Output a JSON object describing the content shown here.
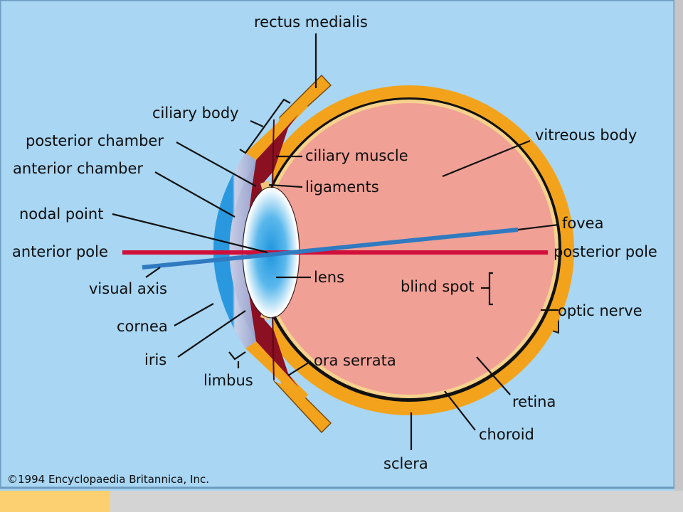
{
  "colors": {
    "background": "#a8d6f3",
    "sclera": "#f3a31b",
    "vitreous": "#f0a095",
    "iris": "#8b1022",
    "cornea": "#2f9fe0",
    "lens": "#2f9fe0",
    "anterior_pole_line": "#d0103a",
    "visual_axis_line": "#2f7ac0",
    "footer_accent": "#fcd070",
    "footer_grey": "#d4d4d4"
  },
  "labels": {
    "rectus_medialis": "rectus medialis",
    "ciliary_body": "ciliary body",
    "posterior_chamber": "posterior chamber",
    "anterior_chamber": "anterior chamber",
    "nodal_point": "nodal point",
    "anterior_pole": "anterior pole",
    "visual_axis": "visual axis",
    "cornea": "cornea",
    "iris": "iris",
    "limbus": "limbus",
    "ciliary_muscle": "ciliary muscle",
    "ligaments": "ligaments",
    "lens": "lens",
    "ora_serrata": "ora serrata",
    "vitreous_body": "vitreous body",
    "fovea": "fovea",
    "posterior_pole": "posterior pole",
    "blind_spot": "blind spot",
    "optic_nerve": "optic nerve",
    "retina": "retina",
    "choroid": "choroid",
    "sclera": "sclera"
  },
  "copyright": "©1994 Encyclopaedia Britannica, Inc."
}
